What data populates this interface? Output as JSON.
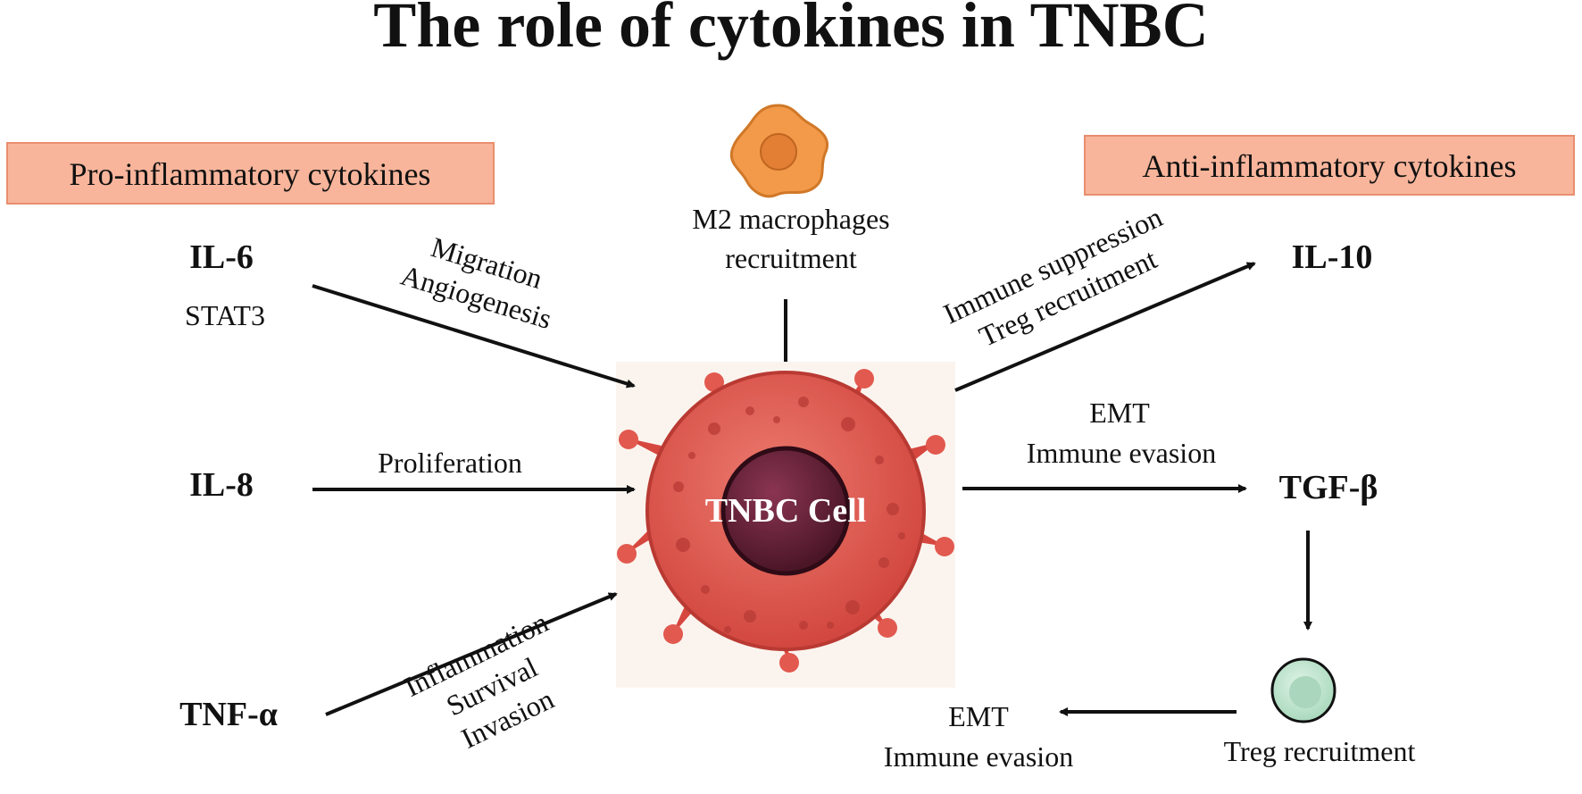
{
  "title": "The role of cytokines in TNBC",
  "pro_box": "Pro-inflammatory cytokines",
  "anti_box": "Anti-inflammatory cytokines",
  "center_cell": "TNBC Cell",
  "il6": {
    "name": "IL-6",
    "sub": "STAT3",
    "effect": [
      "Migration",
      "Angiogenesis"
    ]
  },
  "il8": {
    "name": "IL-8",
    "effect": [
      "Proliferation"
    ]
  },
  "tnfa": {
    "name": "TNF-α",
    "effect": [
      "Inflammation",
      "Survival",
      "Invasion"
    ]
  },
  "m2": {
    "label": [
      "M2 macrophages",
      "recruitment"
    ]
  },
  "il10": {
    "name": "IL-10",
    "effect": [
      "Immune suppression",
      "Treg recruitment"
    ]
  },
  "tgfb": {
    "name": "TGF-β",
    "effect": [
      "EMT",
      "Immune evasion"
    ]
  },
  "treg": {
    "label": "Treg recruitment",
    "effect": [
      "EMT",
      "Immune evasion"
    ]
  },
  "colors": {
    "box_fill": "#f8b59b",
    "box_stroke": "#e88e6e",
    "cell_body": "#e2594f",
    "cell_nucleus": "#5e1f33",
    "macrophage": "#f29a4a",
    "treg_cell": "#bfe6cf"
  }
}
